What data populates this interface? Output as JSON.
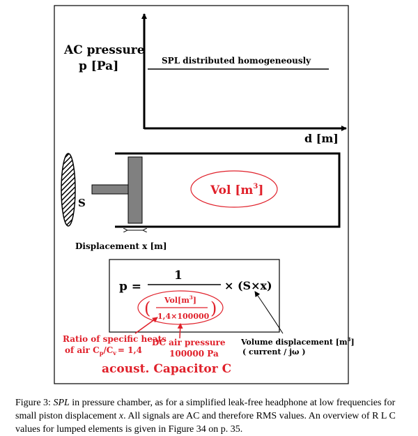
{
  "graph": {
    "y_axis_label_line1": "AC pressure",
    "y_axis_label_line2": "p [Pa]",
    "x_axis_label": "d [m]",
    "line_label": "SPL distributed homogeneously"
  },
  "chamber": {
    "surface_label": "S",
    "volume_label_base": "Vol [m",
    "volume_label_sup": "3",
    "volume_label_end": "]",
    "displacement_label": "Displacement x [m]"
  },
  "formula": {
    "lhs": "p =",
    "numerator": "1",
    "multiplier": "× (S×x)",
    "open_paren": "(",
    "close_paren": ")",
    "inner_numerator_base": "Vol[m",
    "inner_numerator_sup": "3",
    "inner_numerator_end": "]",
    "inner_denominator": "1,4×100000"
  },
  "annotations": {
    "ratio_line1": "Ratio of specific heats",
    "ratio_line2_prefix": "of air C",
    "ratio_sub_p": "p",
    "ratio_slash": "/C",
    "ratio_sub_v": "v",
    "ratio_value": "= 1,4",
    "dc_line1": "DC air pressure",
    "dc_line2": "100000 Pa",
    "vol_disp_line1_base": "Volume displacement [m",
    "vol_disp_line1_sup": "3",
    "vol_disp_line1_end": "]",
    "vol_disp_line2": "( current / jω )",
    "component_title": "acoust. Capacitor C"
  },
  "caption": {
    "label": "Figure 3: ",
    "spl": "SPL",
    "part1": " in pressure chamber, as for a simplified leak-free headphone at low frequencies for small piston displacement ",
    "var_x": "x",
    "part2": ". All signals are AC and therefore RMS values. An overview of R L C values for lumped elements is given in Figure 34 on p. 35."
  },
  "colors": {
    "ink": "#000000",
    "accent_red": "#e0202a",
    "piston_fill": "#808080"
  }
}
